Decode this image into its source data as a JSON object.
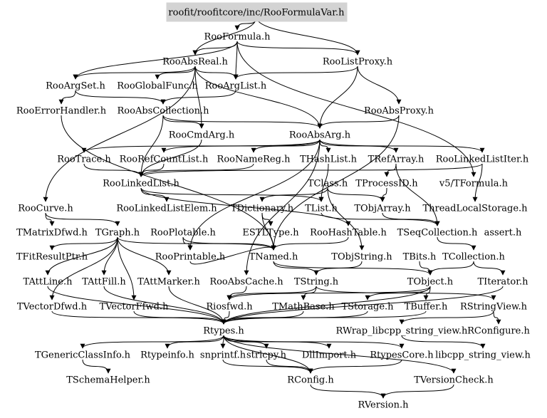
{
  "diagram": {
    "type": "include-dependency-graph",
    "root": "roofit/roofitcore/inc/RooFormulaVar.h",
    "nodes": {
      "root": "roofit/roofitcore/inc/RooFormulaVar.h",
      "RooFormula": "RooFormula.h",
      "RooAbsReal": "RooAbsReal.h",
      "RooListProxy": "RooListProxy.h",
      "RooArgSet": "RooArgSet.h",
      "RooGlobalFunc": "RooGlobalFunc.h",
      "RooArgList": "RooArgList.h",
      "RooErrorHandler": "RooErrorHandler.h",
      "RooAbsCollection": "RooAbsCollection.h",
      "RooAbsProxy": "RooAbsProxy.h",
      "RooCmdArg": "RooCmdArg.h",
      "RooAbsArg": "RooAbsArg.h",
      "RooTrace": "RooTrace.h",
      "RooRefCountList": "RooRefCountList.h",
      "RooNameReg": "RooNameReg.h",
      "THashList": "THashList.h",
      "TRefArray": "TRefArray.h",
      "RooLinkedListIter": "RooLinkedListIter.h",
      "RooLinkedList": "RooLinkedList.h",
      "TClass": "TClass.h",
      "TProcessID": "TProcessID.h",
      "v5TFormula": "v5/TFormula.h",
      "RooCurve": "RooCurve.h",
      "RooLinkedListElem": "RooLinkedListElem.h",
      "TDictionary": "TDictionary.h",
      "TList": "TList.h",
      "TObjArray": "TObjArray.h",
      "ThreadLocalStorage": "ThreadLocalStorage.h",
      "TMatrixDfwd": "TMatrixDfwd.h",
      "TGraph": "TGraph.h",
      "RooPlotable": "RooPlotable.h",
      "ESTLType": "ESTLType.h",
      "RooHashTable": "RooHashTable.h",
      "TSeqCollection": "TSeqCollection.h",
      "assert": "assert.h",
      "TFitResultPtr": "TFitResultPtr.h",
      "RooPrintable": "RooPrintable.h",
      "TNamed": "TNamed.h",
      "TObjString": "TObjString.h",
      "TBits": "TBits.h",
      "TCollection": "TCollection.h",
      "TAttLine": "TAttLine.h",
      "TAttFill": "TAttFill.h",
      "TAttMarker": "TAttMarker.h",
      "RooAbsCache": "RooAbsCache.h",
      "TString": "TString.h",
      "TObject": "TObject.h",
      "TIterator": "TIterator.h",
      "TVectorDfwd": "TVectorDfwd.h",
      "TVectorFfwd": "TVectorFfwd.h",
      "Riosfwd": "Riosfwd.h",
      "TMathBase": "TMathBase.h",
      "TStorage": "TStorage.h",
      "TBuffer": "TBuffer.h",
      "RStringView": "RStringView.h",
      "Rtypes": "Rtypes.h",
      "RWrap": "RWrap_libcpp_string_view.h",
      "RConfigure": "RConfigure.h",
      "TGenericClassInfo": "TGenericClassInfo.h",
      "Rtypeinfo": "Rtypeinfo.h",
      "snprintf": "snprintf.h",
      "strlcpy": "strlcpy.h",
      "DllImport": "DllImport.h",
      "RtypesCore": "RtypesCore.h",
      "libcpp_string_view": "libcpp_string_view.h",
      "TSchemaHelper": "TSchemaHelper.h",
      "RConfig": "RConfig.h",
      "TVersionCheck": "TVersionCheck.h",
      "RVersion": "RVersion.h"
    },
    "edges": [
      [
        "root",
        "RooFormula"
      ],
      [
        "root",
        "RooAbsReal"
      ],
      [
        "root",
        "RooListProxy"
      ],
      [
        "RooFormula",
        "RooAbsReal"
      ],
      [
        "RooFormula",
        "RooArgSet"
      ],
      [
        "RooFormula",
        "RooArgList"
      ],
      [
        "RooFormula",
        "RooListProxy"
      ],
      [
        "RooFormula",
        "v5TFormula"
      ],
      [
        "RooAbsReal",
        "RooArgSet"
      ],
      [
        "RooAbsReal",
        "RooGlobalFunc"
      ],
      [
        "RooAbsReal",
        "RooArgList"
      ],
      [
        "RooAbsReal",
        "RooAbsArg"
      ],
      [
        "RooAbsReal",
        "RooCurve"
      ],
      [
        "RooAbsReal",
        "RooCmdArg"
      ],
      [
        "RooListProxy",
        "RooArgList"
      ],
      [
        "RooListProxy",
        "RooAbsProxy"
      ],
      [
        "RooListProxy",
        "RooAbsArg"
      ],
      [
        "RooArgSet",
        "RooErrorHandler"
      ],
      [
        "RooArgSet",
        "RooAbsCollection"
      ],
      [
        "RooArgList",
        "RooAbsCollection"
      ],
      [
        "RooErrorHandler",
        "TNamed"
      ],
      [
        "RooAbsCollection",
        "RooCmdArg"
      ],
      [
        "RooAbsCollection",
        "RooAbsArg"
      ],
      [
        "RooAbsCollection",
        "RooLinkedList"
      ],
      [
        "RooAbsProxy",
        "RooAbsArg"
      ],
      [
        "RooAbsProxy",
        "TNamed"
      ],
      [
        "RooCmdArg",
        "RooLinkedList"
      ],
      [
        "RooAbsArg",
        "RooTrace"
      ],
      [
        "RooAbsArg",
        "RooRefCountList"
      ],
      [
        "RooAbsArg",
        "RooNameReg"
      ],
      [
        "RooAbsArg",
        "THashList"
      ],
      [
        "RooAbsArg",
        "TRefArray"
      ],
      [
        "RooAbsArg",
        "RooLinkedListIter"
      ],
      [
        "RooAbsArg",
        "RooPrintable"
      ],
      [
        "RooAbsArg",
        "RooAbsCache"
      ],
      [
        "RooTrace",
        "RooLinkedList"
      ],
      [
        "RooRefCountList",
        "RooLinkedList"
      ],
      [
        "RooNameReg",
        "RooLinkedList"
      ],
      [
        "THashList",
        "TList"
      ],
      [
        "TRefArray",
        "TProcessID"
      ],
      [
        "TRefArray",
        "TSeqCollection"
      ],
      [
        "RooLinkedListIter",
        "RooLinkedList"
      ],
      [
        "RooLinkedListIter",
        "ThreadLocalStorage"
      ],
      [
        "RooLinkedList",
        "RooLinkedListElem"
      ],
      [
        "RooLinkedList",
        "RooHashTable"
      ],
      [
        "RooLinkedList",
        "TList"
      ],
      [
        "TClass",
        "TDictionary"
      ],
      [
        "TClass",
        "TObjArray"
      ],
      [
        "TClass",
        "TObjString"
      ],
      [
        "TProcessID",
        "TObjArray"
      ],
      [
        "RooCurve",
        "TGraph"
      ],
      [
        "RooCurve",
        "TMatrixDfwd"
      ],
      [
        "TDictionary",
        "ESTLType"
      ],
      [
        "TDictionary",
        "TNamed"
      ],
      [
        "TList",
        "TSeqCollection"
      ],
      [
        "TObjArray",
        "TSeqCollection"
      ],
      [
        "TGraph",
        "TNamed"
      ],
      [
        "TGraph",
        "TAttLine"
      ],
      [
        "TGraph",
        "TAttFill"
      ],
      [
        "TGraph",
        "TAttMarker"
      ],
      [
        "TGraph",
        "TVectorDfwd"
      ],
      [
        "TGraph",
        "TVectorFfwd"
      ],
      [
        "TGraph",
        "TFitResultPtr"
      ],
      [
        "RooPlotable",
        "RooPrintable"
      ],
      [
        "RooPlotable",
        "TNamed"
      ],
      [
        "RooHashTable",
        "TNamed"
      ],
      [
        "TSeqCollection",
        "TCollection"
      ],
      [
        "RooPrintable",
        "TNamed"
      ],
      [
        "TNamed",
        "TString"
      ],
      [
        "TNamed",
        "TObject"
      ],
      [
        "TObjString",
        "TString"
      ],
      [
        "TBits",
        "TObject"
      ],
      [
        "TCollection",
        "TObject"
      ],
      [
        "TCollection",
        "TIterator"
      ],
      [
        "TAttLine",
        "Rtypes"
      ],
      [
        "TAttFill",
        "Rtypes"
      ],
      [
        "TAttMarker",
        "Rtypes"
      ],
      [
        "RooAbsCache",
        "Riosfwd"
      ],
      [
        "TString",
        "TMathBase"
      ],
      [
        "TString",
        "RStringView"
      ],
      [
        "TString",
        "Riosfwd"
      ],
      [
        "TObject",
        "TStorage"
      ],
      [
        "TObject",
        "Rtypes"
      ],
      [
        "TObject",
        "Riosfwd"
      ],
      [
        "TObject",
        "TBuffer"
      ],
      [
        "TIterator",
        "Rtypes"
      ],
      [
        "TVectorDfwd",
        "Rtypes"
      ],
      [
        "TVectorFfwd",
        "Rtypes"
      ],
      [
        "Riosfwd",
        "Rtypes"
      ],
      [
        "TMathBase",
        "Rtypes"
      ],
      [
        "TStorage",
        "Rtypes"
      ],
      [
        "TBuffer",
        "Rtypes"
      ],
      [
        "RStringView",
        "RWrap"
      ],
      [
        "RStringView",
        "RConfigure"
      ],
      [
        "RWrap",
        "libcpp_string_view"
      ],
      [
        "Rtypes",
        "TGenericClassInfo"
      ],
      [
        "Rtypes",
        "Rtypeinfo"
      ],
      [
        "Rtypes",
        "snprintf"
      ],
      [
        "Rtypes",
        "strlcpy"
      ],
      [
        "Rtypes",
        "DllImport"
      ],
      [
        "Rtypes",
        "RtypesCore"
      ],
      [
        "Rtypes",
        "RConfig"
      ],
      [
        "Rtypes",
        "TVersionCheck"
      ],
      [
        "TGenericClassInfo",
        "TSchemaHelper"
      ],
      [
        "snprintf",
        "RConfig"
      ],
      [
        "strlcpy",
        "RConfig"
      ],
      [
        "RtypesCore",
        "RConfig"
      ],
      [
        "TVersionCheck",
        "RVersion"
      ],
      [
        "RConfig",
        "RVersion"
      ]
    ]
  }
}
